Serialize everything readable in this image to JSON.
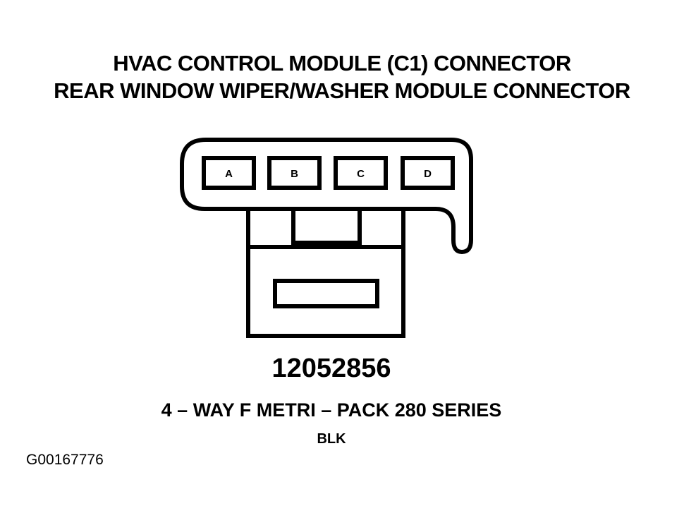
{
  "title": {
    "line1": "HVAC CONTROL MODULE (C1) CONNECTOR",
    "line2": "REAR WINDOW WIPER/WASHER MODULE CONNECTOR"
  },
  "connector": {
    "pins": [
      "A",
      "B",
      "C",
      "D"
    ],
    "part_number": "12052856",
    "description": "4 – WAY F METRI – PACK 280 SERIES",
    "color": "BLK"
  },
  "figure_id": "G00167776"
}
